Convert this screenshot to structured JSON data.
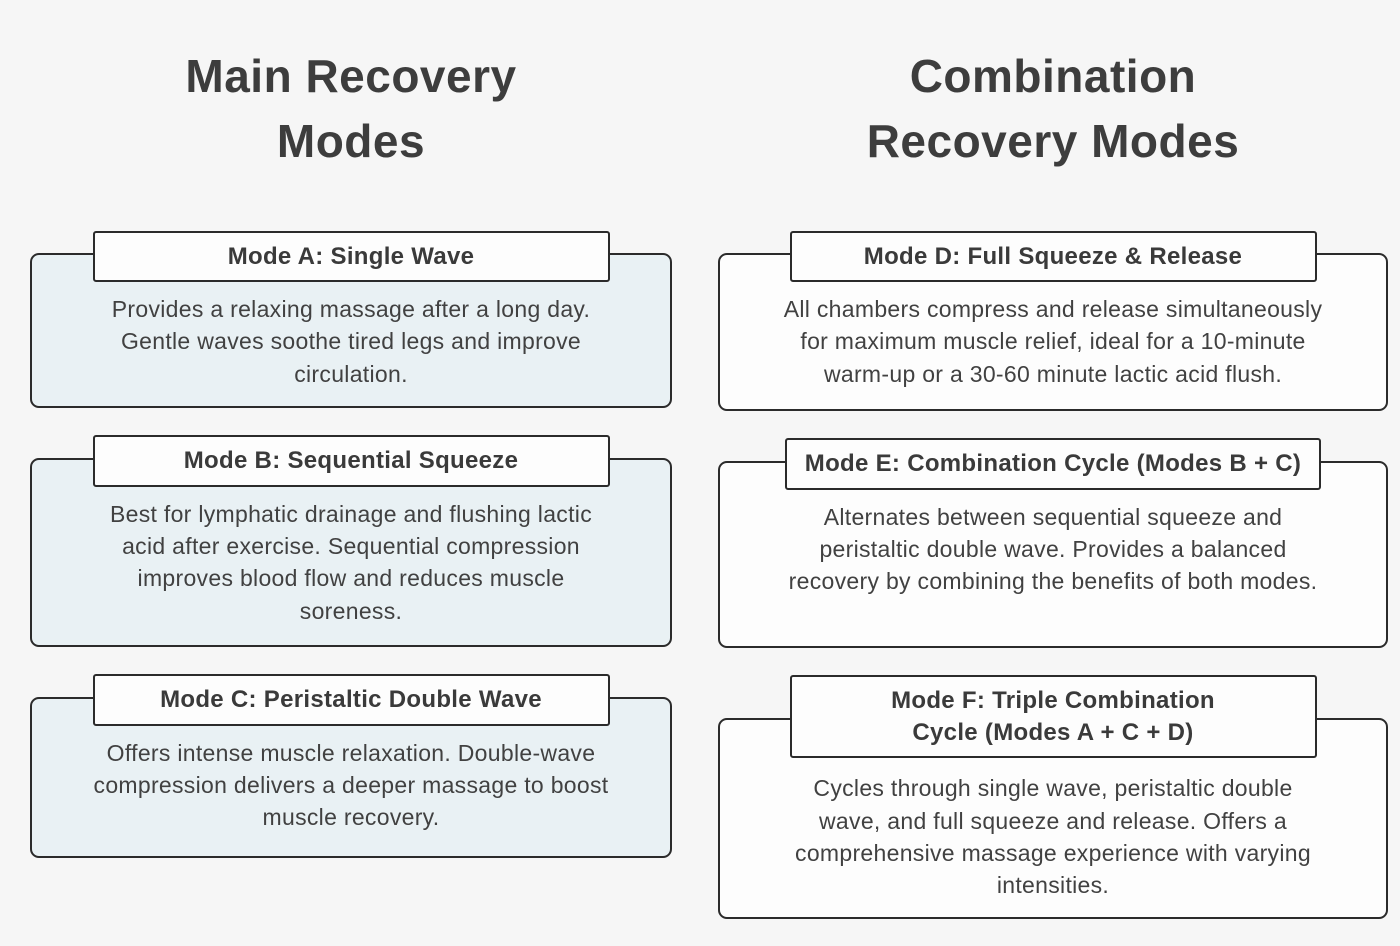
{
  "page": {
    "background": "#f6f6f6",
    "border_color": "#2b2b2b",
    "heading_color": "#3d3d3d",
    "body_text_color": "#414141",
    "left_card_fill": "#e9f1f4",
    "right_card_fill": "#fdfdfd"
  },
  "columns": [
    {
      "heading_line1": "Main Recovery",
      "heading_line2": "Modes",
      "cards": [
        {
          "title_line1": "Mode A: Single Wave",
          "title_line2": "",
          "body": "Provides a relaxing massage after a long day. Gentle waves soothe tired legs and improve circulation."
        },
        {
          "title_line1": "Mode B: Sequential Squeeze",
          "title_line2": "",
          "body": "Best for lymphatic drainage and flushing lactic acid after exercise. Sequential compression improves blood flow and reduces muscle soreness."
        },
        {
          "title_line1": "Mode C: Peristaltic Double Wave",
          "title_line2": "",
          "body": "Offers intense muscle relaxation. Double-wave compression delivers a deeper massage to boost muscle recovery."
        }
      ]
    },
    {
      "heading_line1": "Combination",
      "heading_line2": "Recovery Modes",
      "cards": [
        {
          "title_line1": "Mode D: Full Squeeze & Release",
          "title_line2": "",
          "body": "All chambers compress and release simultaneously for maximum muscle relief, ideal for a 10-minute warm-up or a 30-60 minute lactic acid flush."
        },
        {
          "title_line1": "Mode E: Combination Cycle (Modes B + C)",
          "title_line2": "",
          "body": "Alternates between sequential squeeze and peristaltic double wave. Provides a balanced recovery by combining the benefits of both modes."
        },
        {
          "title_line1": "Mode F: Triple Combination",
          "title_line2": "Cycle (Modes A + C + D)",
          "body": "Cycles through single wave, peristaltic double wave, and full squeeze and release. Offers a comprehensive massage experience with varying intensities."
        }
      ]
    }
  ]
}
